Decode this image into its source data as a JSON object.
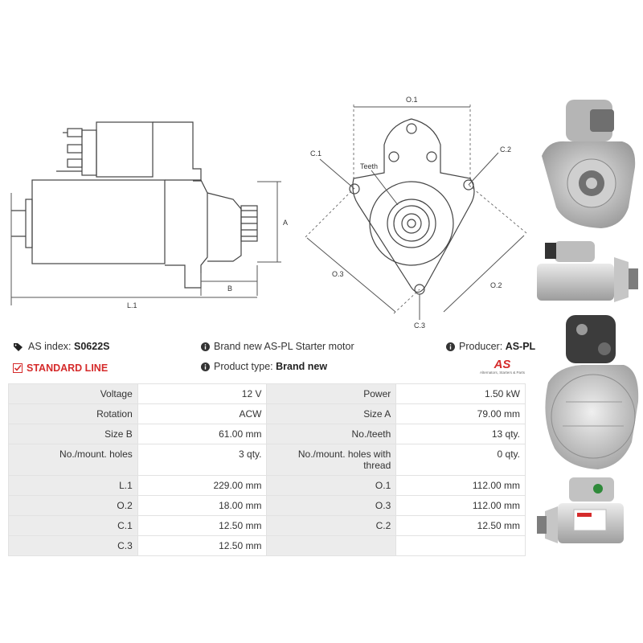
{
  "drawing": {
    "labels": {
      "a": "A",
      "b": "B",
      "l1": "L.1",
      "o1": "O.1",
      "o2": "O.2",
      "o3": "O.3",
      "c1": "C.1",
      "c2": "C.2",
      "c3": "C.3",
      "teeth": "Teeth"
    }
  },
  "info": {
    "as_index_label": "AS index:",
    "as_index_value": "S0622S",
    "line": "STANDARD LINE",
    "description": "Brand new AS-PL Starter motor",
    "product_type_label": "Product type:",
    "product_type_value": "Brand new",
    "producer_label": "Producer:",
    "producer_value": "AS-PL",
    "logo_text": "AS",
    "logo_tagline": "Alternators, Starters & Parts"
  },
  "specs": {
    "rows": [
      [
        {
          "k": "Voltage",
          "v": "12 V"
        },
        {
          "k": "Power",
          "v": "1.50 kW"
        }
      ],
      [
        {
          "k": "Rotation",
          "v": "ACW"
        },
        {
          "k": "Size A",
          "v": "79.00 mm"
        }
      ],
      [
        {
          "k": "Size B",
          "v": "61.00 mm"
        },
        {
          "k": "No./teeth",
          "v": "13 qty."
        }
      ],
      [
        {
          "k": "No./mount. holes",
          "v": "3 qty."
        },
        {
          "k": "No./mount. holes with thread",
          "v": "0 qty."
        }
      ],
      [
        {
          "k": "L.1",
          "v": "229.00 mm"
        },
        {
          "k": "O.1",
          "v": "112.00 mm"
        }
      ],
      [
        {
          "k": "O.2",
          "v": "18.00 mm"
        },
        {
          "k": "O.3",
          "v": "112.00 mm"
        }
      ],
      [
        {
          "k": "C.1",
          "v": "12.50 mm"
        },
        {
          "k": "C.2",
          "v": "12.50 mm"
        }
      ],
      [
        {
          "k": "C.3",
          "v": "12.50 mm"
        },
        {
          "k": "",
          "v": ""
        }
      ]
    ]
  },
  "colors": {
    "accent": "#d52b2b",
    "key_bg": "#ececec",
    "border": "#e2e2e2"
  }
}
